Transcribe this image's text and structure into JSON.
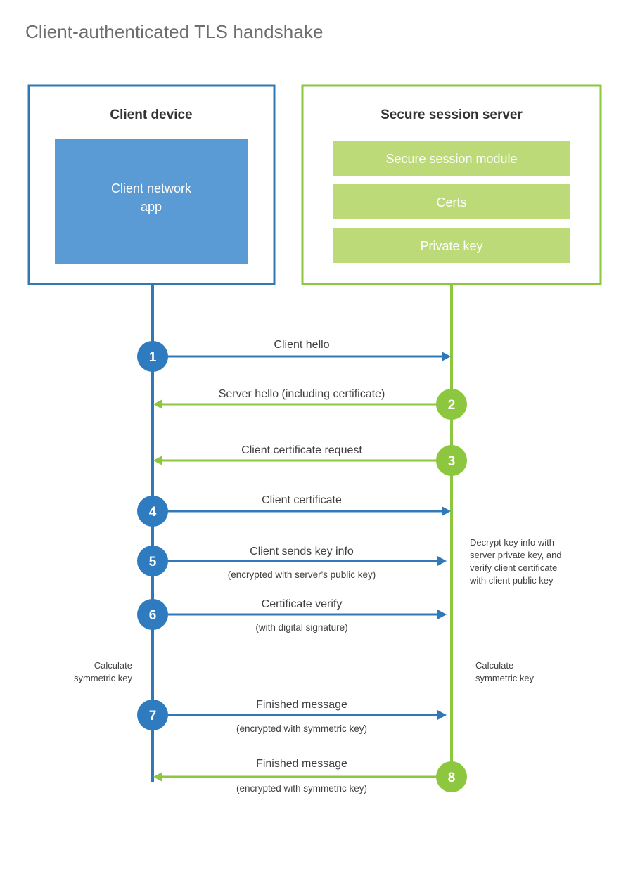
{
  "title": "Client-authenticated TLS handshake",
  "colors": {
    "blue_stroke": "#3079b8",
    "blue_fill": "#5b9bd5",
    "blue_circle": "#2e7cbf",
    "green_stroke": "#8dc63f",
    "green_fill": "#bcdb78",
    "green_circle": "#8dc63f",
    "text_dark": "#404040",
    "title_gray": "#6d6e71",
    "white": "#ffffff"
  },
  "panels": [
    {
      "id": "client",
      "title": "Client device",
      "items": [
        {
          "label": "Client network app"
        }
      ]
    },
    {
      "id": "server",
      "title": "Secure session server",
      "items": [
        {
          "label": "Secure session module"
        },
        {
          "label": "Certs"
        },
        {
          "label": "Private key"
        }
      ]
    }
  ],
  "steps": [
    {
      "num": "1",
      "label": "Client hello",
      "sub": "",
      "direction": "client-to-server",
      "side": "client",
      "color": "blue"
    },
    {
      "num": "2",
      "label": "Server hello (including certificate)",
      "sub": "",
      "direction": "server-to-client",
      "side": "server",
      "color": "green"
    },
    {
      "num": "3",
      "label": "Client certificate request",
      "sub": "",
      "direction": "server-to-client",
      "side": "server",
      "color": "green"
    },
    {
      "num": "4",
      "label": "Client certificate",
      "sub": "",
      "direction": "client-to-server",
      "side": "client",
      "color": "blue"
    },
    {
      "num": "5",
      "label": "Client sends key info",
      "sub": "(encrypted with server's public key)",
      "direction": "client-to-server",
      "side": "client",
      "color": "blue"
    },
    {
      "num": "6",
      "label": "Certificate verify",
      "sub": "(with digital signature)",
      "direction": "client-to-server",
      "side": "client",
      "color": "blue"
    },
    {
      "num": "7",
      "label": "Finished message",
      "sub": "(encrypted with symmetric key)",
      "direction": "client-to-server",
      "side": "client",
      "color": "blue"
    },
    {
      "num": "8",
      "label": "Finished message",
      "sub": "(encrypted with symmetric key)",
      "direction": "server-to-client",
      "side": "server",
      "color": "green"
    }
  ],
  "notes": {
    "server_decrypt": [
      "Decrypt key info with",
      "server private key, and",
      "verify client certificate",
      "with client public key"
    ],
    "client_calc": [
      "Calculate",
      "symmetric key"
    ],
    "server_calc": [
      "Calculate",
      "symmetric key"
    ]
  }
}
